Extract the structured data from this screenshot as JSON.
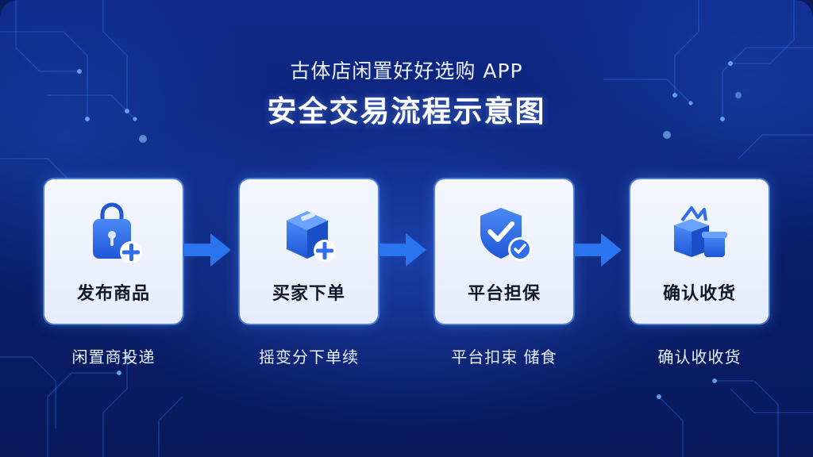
{
  "title": {
    "line1": "古体店闲置好好选购 APP",
    "line2": "安全交易流程示意图"
  },
  "steps": [
    {
      "label": "发布商品",
      "caption": "闲置商投递",
      "icon": "bag-plus-icon"
    },
    {
      "label": "买家下单",
      "caption": "摇变分下单续",
      "icon": "box-plus-icon"
    },
    {
      "label": "平台担保",
      "caption": "平台扣束 储食",
      "icon": "shield-check-icon"
    },
    {
      "label": "确认收货",
      "caption": "确认收收货",
      "icon": "package-received-icon"
    }
  ],
  "colors": {
    "background": "#0b1a5c",
    "accent": "#2f6df0",
    "card": "#f1f5ff",
    "arrow": "#2b74f0"
  }
}
